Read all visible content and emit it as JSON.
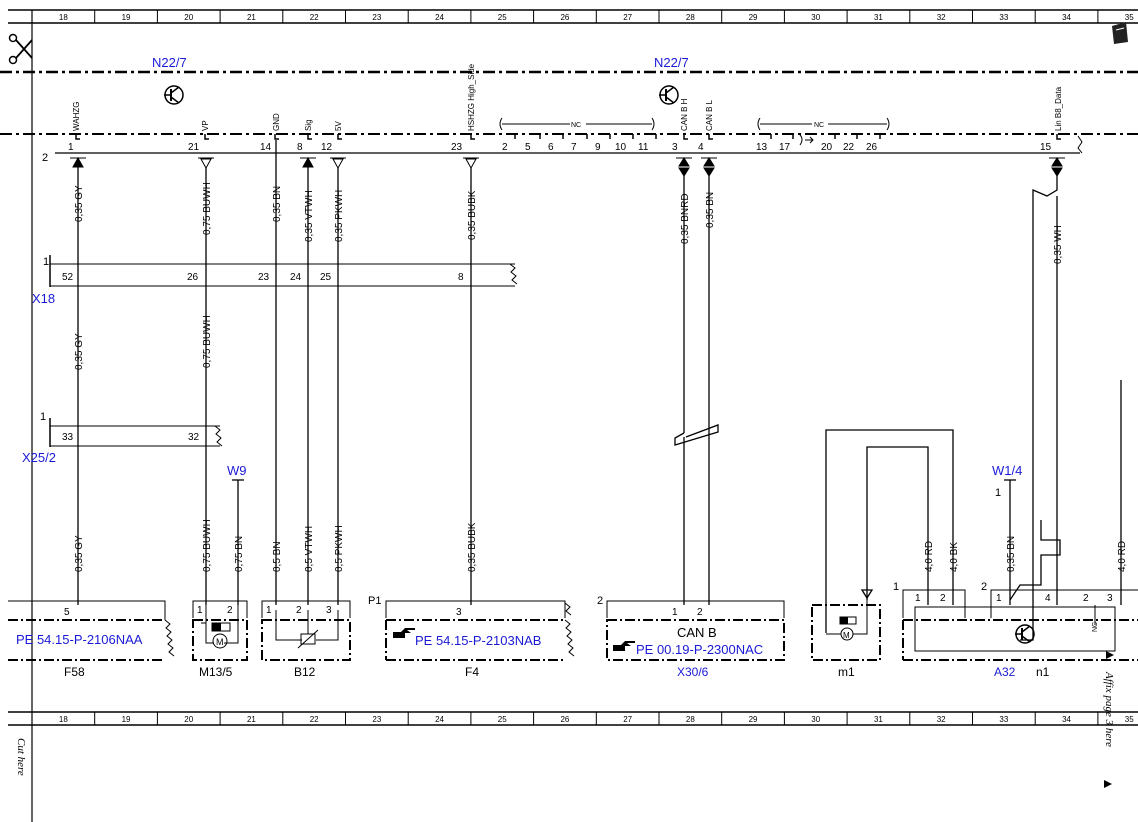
{
  "ruler": {
    "columns": [
      "18",
      "19",
      "20",
      "21",
      "22",
      "23",
      "24",
      "25",
      "26",
      "27",
      "28",
      "29",
      "30",
      "31",
      "32",
      "33",
      "34",
      "35"
    ]
  },
  "cut_label": "Cut here",
  "affix_label": "Affix page 3 here",
  "units": {
    "n22_left": "N22/7",
    "n22_right": "N22/7",
    "x18": "X18",
    "x25": "X25/2",
    "w9": "W9",
    "w1_4": "W1/4",
    "f58": "F58",
    "m13": "M13/5",
    "b12": "B12",
    "f4": "F4",
    "x30": "X30/6",
    "m1": "m1",
    "a32": "A32",
    "n1": "n1"
  },
  "connector_pins": {
    "top_pin_labels": [
      "WAHZG",
      "VP",
      "GND",
      "Sig",
      "5V",
      "HSHZG High_Side",
      "CAN B H",
      "CAN B L",
      "Lin B8_Data"
    ],
    "top_pins": [
      "1",
      "21",
      "14",
      "8",
      "12",
      "23",
      "2",
      "5",
      "6",
      "7",
      "9",
      "10",
      "11",
      "3",
      "4",
      "13",
      "17",
      "20",
      "22",
      "26",
      "15"
    ],
    "nc_label": "NC",
    "row_number": "2",
    "x18_pins": [
      "52",
      "26",
      "23",
      "24",
      "25",
      "8"
    ],
    "x18_index": "1",
    "x25_pins": [
      "33",
      "32"
    ],
    "x25_index": "1",
    "w14_index": "1",
    "a32_header": "2",
    "a32_pins": [
      "1",
      "4",
      "2",
      "3"
    ],
    "a32_left_header": "1",
    "a32_left_pins": [
      "1",
      "2"
    ],
    "p1_label": "P1",
    "x30_header": "2"
  },
  "wires": {
    "w1a": "0,35 GY",
    "w1b": "0,35 GY",
    "w1c": "0,35 GY",
    "w2a": "0,75 BUWH",
    "w2b": "0,75 BUWH",
    "w2c": "0,75 BUWH",
    "w9": "0,75 BN",
    "w3a": "0,35 BN",
    "w3c": "0,5 BN",
    "w4a": "0,35 VTWH",
    "w4c": "0,5 VTWH",
    "w5a": "0,35 PKWH",
    "w5c": "0,5 PKWH",
    "w6a": "0,35 BUBK",
    "w6c": "0,35 BUBK",
    "w7": "0,35 BNRD",
    "w8": "0,35 BN",
    "w9wh": "0,35 WH",
    "m1a": "4,0 RD",
    "m1b": "4,0 BK",
    "w14bn": "0,35 BN",
    "right_rd": "4,0 RD"
  },
  "components": {
    "f58_ref": "PE 54.15-P-2106NAA",
    "f4_ref": "PE 54.15-P-2103NAB",
    "x30_title": "CAN B",
    "x30_ref": "PE 00.19-P-2300NAC",
    "m_symbol": "M",
    "f58_pin": "5",
    "m13_pins": [
      "1",
      "2"
    ],
    "b12_pins": [
      "1",
      "2",
      "3"
    ],
    "f4_pin": "3",
    "x30_pins": [
      "1",
      "2"
    ]
  },
  "icons": [
    "scissors-icon",
    "transistor-icon",
    "motor-icon",
    "pointing-hand-icon",
    "corner-tab-icon"
  ]
}
